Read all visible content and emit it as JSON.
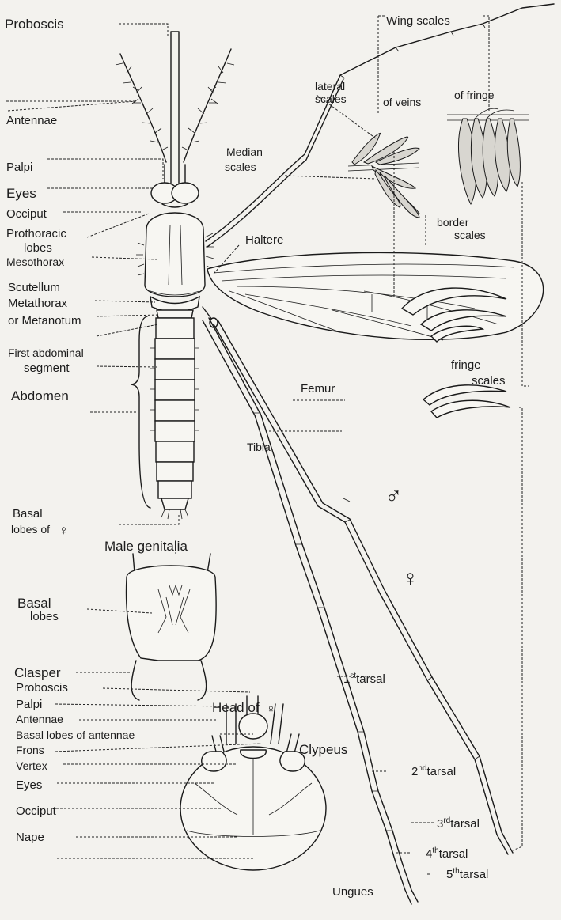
{
  "labels": {
    "proboscis": "Proboscis",
    "antennae": "Antennae",
    "palpi": "Palpi",
    "eyes": "Eyes",
    "occiput": "Occiput",
    "prothoracic_1": "Prothoracic",
    "prothoracic_2": "lobes",
    "mesothorax": "Mesothorax",
    "scutellum": "Scutellum",
    "metathorax": "Metathorax",
    "metanotum": "or Metanotum",
    "first_abd_1": "First abdominal",
    "first_abd_2": "segment",
    "abdomen": "Abdomen",
    "basal_lobes_f_1": "Basal",
    "basal_lobes_f_2": "lobes of",
    "wing_scales": "Wing scales",
    "lateral_scales_1": "lateral",
    "lateral_scales_2": "scales",
    "of_veins": "of veins",
    "of_fringe": "of fringe",
    "median_scales_1": "Median",
    "median_scales_2": "scales",
    "border_scales_1": "border",
    "border_scales_2": "scales",
    "haltere": "Haltere",
    "fringe_scales_1": "fringe",
    "fringe_scales_2": "scales",
    "femur": "Femur",
    "tibia": "Tibia",
    "male_symbol": "♂",
    "female_symbol": "♀",
    "male_genitalia": "Male genitalia",
    "basal_lobes_1": "Basal",
    "basal_lobes_2": "lobes",
    "clasper": "Clasper",
    "head_of_female": "Head of",
    "tarsal_1_num": "1",
    "tarsal_1_sup": "st",
    "tarsal_2_num": "2",
    "tarsal_2_sup": "nd",
    "tarsal_3_num": "3",
    "tarsal_3_sup": "rd",
    "tarsal_4_num": "4",
    "tarsal_4_sup": "th",
    "tarsal_5_num": "5",
    "tarsal_5_sup": "th",
    "tarsal_word": "tarsal",
    "ungues": "Ungues",
    "h_proboscis": "Proboscis",
    "h_palpi": "Palpi",
    "h_antennae": "Antennae",
    "h_basal_lobes": "Basal lobes of antennae",
    "h_clypeus": "Clypeus",
    "h_frons": "Frons",
    "h_vertex": "Vertex",
    "h_eyes": "Eyes",
    "h_occiput": "Occiput",
    "h_nape": "Nape"
  }
}
